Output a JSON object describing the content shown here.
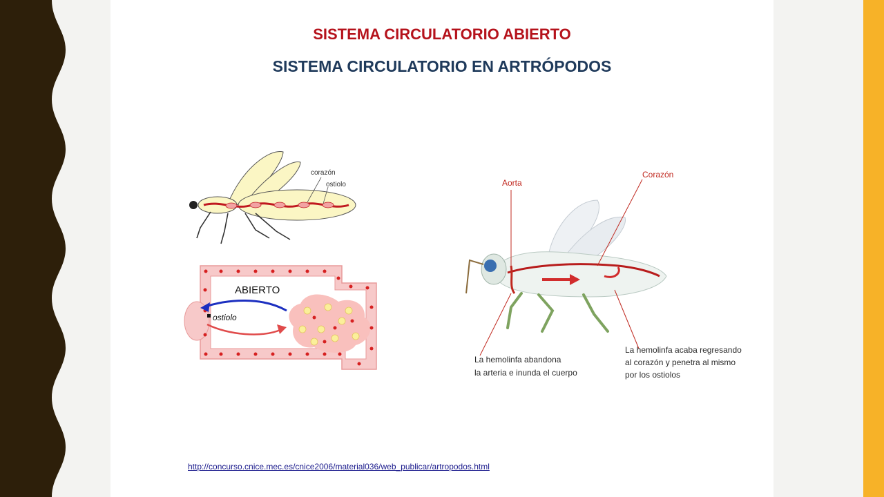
{
  "slide": {
    "title": "SISTEMA CIRCULATORIO ABIERTO",
    "subtitle": "SISTEMA CIRCULATORIO EN ARTRÓPODOS",
    "source_link": "http://concurso.cnice.mec.es/cnice2006/material036/web_publicar/artropodos.html"
  },
  "figure_left": {
    "label_heart": "corazón",
    "label_ostiole": "ostiolo",
    "label_open": "ABIERTO",
    "label_ostiole_diagram": "ostiolo"
  },
  "figure_right": {
    "label_aorta": "Aorta",
    "label_heart": "Corazón",
    "caption_left_1": "La hemolinfa abandona",
    "caption_left_2": "la arteria e inunda el cuerpo",
    "caption_right_1": "La hemolinfa acaba regresando",
    "caption_right_2": "al corazón y penetra al mismo",
    "caption_right_3": "por los ostiolos"
  },
  "colors": {
    "title_red": "#b5121b",
    "title_navy": "#1f3a5b",
    "band_dark": "#2d1f0a",
    "band_yellow": "#f7b228"
  }
}
